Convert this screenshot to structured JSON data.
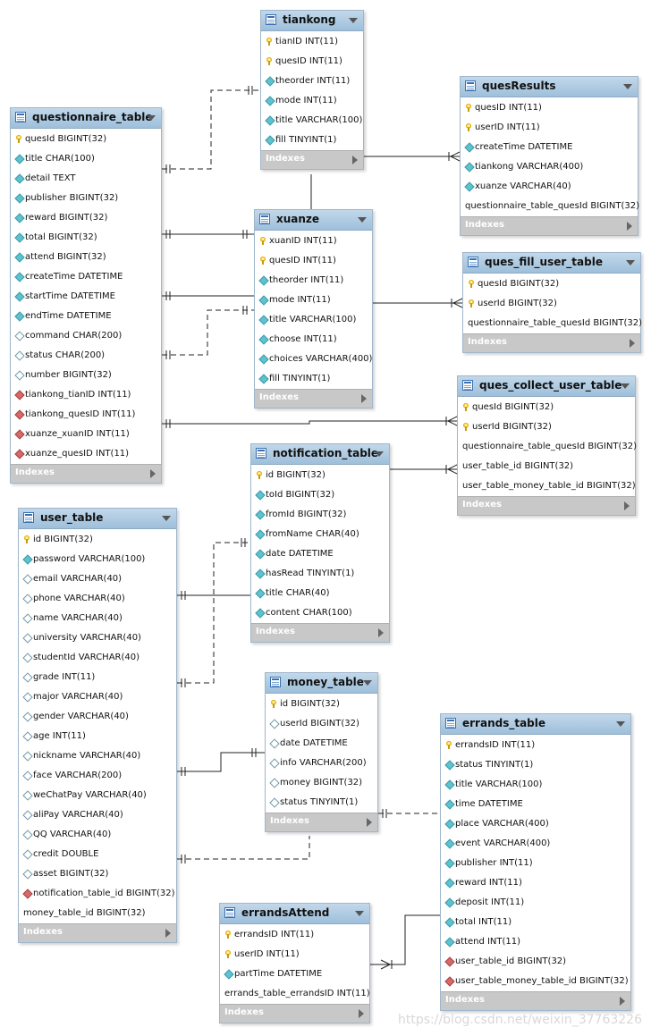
{
  "indexes_label": "Indexes",
  "tables": [
    {
      "id": "tiankong",
      "name": "tiankong",
      "cols": [
        {
          "n": "tianID INT(11)",
          "t": "key"
        },
        {
          "n": "quesID INT(11)",
          "t": "key"
        },
        {
          "n": "theorder INT(11)",
          "t": "col"
        },
        {
          "n": "mode INT(11)",
          "t": "col"
        },
        {
          "n": "title VARCHAR(100)",
          "t": "col"
        },
        {
          "n": "fill TINYINT(1)",
          "t": "col"
        }
      ]
    },
    {
      "id": "quesResults",
      "name": "quesResults",
      "cols": [
        {
          "n": "quesID INT(11)",
          "t": "key"
        },
        {
          "n": "userID INT(11)",
          "t": "key"
        },
        {
          "n": "createTime DATETIME",
          "t": "col"
        },
        {
          "n": "tiankong VARCHAR(400)",
          "t": "col"
        },
        {
          "n": "xuanze VARCHAR(40)",
          "t": "col"
        },
        {
          "n": "questionnaire_table_quesId BIGINT(32)",
          "t": "none"
        }
      ]
    },
    {
      "id": "questionnaire_table",
      "name": "questionnaire_table",
      "cols": [
        {
          "n": "quesId BIGINT(32)",
          "t": "key"
        },
        {
          "n": "title CHAR(100)",
          "t": "col"
        },
        {
          "n": "detail TEXT",
          "t": "col"
        },
        {
          "n": "publisher BIGINT(32)",
          "t": "col"
        },
        {
          "n": "reward BIGINT(32)",
          "t": "col"
        },
        {
          "n": "total BIGINT(32)",
          "t": "col"
        },
        {
          "n": "attend BIGINT(32)",
          "t": "col"
        },
        {
          "n": "createTime DATETIME",
          "t": "col"
        },
        {
          "n": "startTime DATETIME",
          "t": "col"
        },
        {
          "n": "endTime DATETIME",
          "t": "col"
        },
        {
          "n": "command CHAR(200)",
          "t": "nn"
        },
        {
          "n": "status CHAR(200)",
          "t": "nn"
        },
        {
          "n": "number BIGINT(32)",
          "t": "nn"
        },
        {
          "n": "tiankong_tianID INT(11)",
          "t": "fk"
        },
        {
          "n": "tiankong_quesID INT(11)",
          "t": "fk"
        },
        {
          "n": "xuanze_xuanID INT(11)",
          "t": "fk"
        },
        {
          "n": "xuanze_quesID INT(11)",
          "t": "fk"
        }
      ]
    },
    {
      "id": "xuanze",
      "name": "xuanze",
      "cols": [
        {
          "n": "xuanID INT(11)",
          "t": "key"
        },
        {
          "n": "quesID INT(11)",
          "t": "key"
        },
        {
          "n": "theorder INT(11)",
          "t": "col"
        },
        {
          "n": "mode INT(11)",
          "t": "col"
        },
        {
          "n": "title VARCHAR(100)",
          "t": "col"
        },
        {
          "n": "choose INT(11)",
          "t": "col"
        },
        {
          "n": "choices VARCHAR(400)",
          "t": "col"
        },
        {
          "n": "fill TINYINT(1)",
          "t": "col"
        }
      ]
    },
    {
      "id": "ques_fill_user_table",
      "name": "ques_fill_user_table",
      "cols": [
        {
          "n": "quesId BIGINT(32)",
          "t": "key"
        },
        {
          "n": "userId BIGINT(32)",
          "t": "key"
        },
        {
          "n": "questionnaire_table_quesId BIGINT(32)",
          "t": "none"
        }
      ]
    },
    {
      "id": "ques_collect_user_table",
      "name": "ques_collect_user_table",
      "cols": [
        {
          "n": "quesId BIGINT(32)",
          "t": "key"
        },
        {
          "n": "userId BIGINT(32)",
          "t": "key"
        },
        {
          "n": "questionnaire_table_quesId BIGINT(32)",
          "t": "none"
        },
        {
          "n": "user_table_id BIGINT(32)",
          "t": "none"
        },
        {
          "n": "user_table_money_table_id BIGINT(32)",
          "t": "none"
        }
      ]
    },
    {
      "id": "notification_table",
      "name": "notification_table",
      "cols": [
        {
          "n": "id BIGINT(32)",
          "t": "key"
        },
        {
          "n": "toId BIGINT(32)",
          "t": "col"
        },
        {
          "n": "fromId BIGINT(32)",
          "t": "col"
        },
        {
          "n": "fromName CHAR(40)",
          "t": "col"
        },
        {
          "n": "date DATETIME",
          "t": "col"
        },
        {
          "n": "hasRead TINYINT(1)",
          "t": "col"
        },
        {
          "n": "title CHAR(40)",
          "t": "col"
        },
        {
          "n": "content CHAR(100)",
          "t": "col"
        }
      ]
    },
    {
      "id": "user_table",
      "name": "user_table",
      "cols": [
        {
          "n": "id BIGINT(32)",
          "t": "key"
        },
        {
          "n": "password VARCHAR(100)",
          "t": "col"
        },
        {
          "n": "email VARCHAR(40)",
          "t": "nn"
        },
        {
          "n": "phone VARCHAR(40)",
          "t": "nn"
        },
        {
          "n": "name VARCHAR(40)",
          "t": "nn"
        },
        {
          "n": "university VARCHAR(40)",
          "t": "nn"
        },
        {
          "n": "studentId VARCHAR(40)",
          "t": "nn"
        },
        {
          "n": "grade INT(11)",
          "t": "nn"
        },
        {
          "n": "major VARCHAR(40)",
          "t": "nn"
        },
        {
          "n": "gender VARCHAR(40)",
          "t": "nn"
        },
        {
          "n": "age INT(11)",
          "t": "nn"
        },
        {
          "n": "nickname VARCHAR(40)",
          "t": "nn"
        },
        {
          "n": "face VARCHAR(200)",
          "t": "nn"
        },
        {
          "n": "weChatPay VARCHAR(40)",
          "t": "nn"
        },
        {
          "n": "aliPay VARCHAR(40)",
          "t": "nn"
        },
        {
          "n": "QQ VARCHAR(40)",
          "t": "nn"
        },
        {
          "n": "credit DOUBLE",
          "t": "nn"
        },
        {
          "n": "asset BIGINT(32)",
          "t": "nn"
        },
        {
          "n": "notification_table_id BIGINT(32)",
          "t": "fk"
        },
        {
          "n": "money_table_id BIGINT(32)",
          "t": "none"
        }
      ]
    },
    {
      "id": "money_table",
      "name": "money_table",
      "cols": [
        {
          "n": "id BIGINT(32)",
          "t": "key"
        },
        {
          "n": "userId BIGINT(32)",
          "t": "nn"
        },
        {
          "n": "date DATETIME",
          "t": "nn"
        },
        {
          "n": "info VARCHAR(200)",
          "t": "nn"
        },
        {
          "n": "money BIGINT(32)",
          "t": "nn"
        },
        {
          "n": "status TINYINT(1)",
          "t": "nn"
        }
      ]
    },
    {
      "id": "errands_table",
      "name": "errands_table",
      "cols": [
        {
          "n": "errandsID INT(11)",
          "t": "key"
        },
        {
          "n": "status TINYINT(1)",
          "t": "col"
        },
        {
          "n": "title VARCHAR(100)",
          "t": "col"
        },
        {
          "n": "time DATETIME",
          "t": "col"
        },
        {
          "n": "place VARCHAR(400)",
          "t": "col"
        },
        {
          "n": "event VARCHAR(400)",
          "t": "col"
        },
        {
          "n": "publisher INT(11)",
          "t": "col"
        },
        {
          "n": "reward INT(11)",
          "t": "col"
        },
        {
          "n": "deposit INT(11)",
          "t": "col"
        },
        {
          "n": "total INT(11)",
          "t": "col"
        },
        {
          "n": "attend INT(11)",
          "t": "col"
        },
        {
          "n": "user_table_id BIGINT(32)",
          "t": "fk"
        },
        {
          "n": "user_table_money_table_id BIGINT(32)",
          "t": "fk"
        }
      ]
    },
    {
      "id": "errandsAttend",
      "name": "errandsAttend",
      "cols": [
        {
          "n": "errandsID INT(11)",
          "t": "key"
        },
        {
          "n": "userID INT(11)",
          "t": "key"
        },
        {
          "n": "partTime DATETIME",
          "t": "col"
        },
        {
          "n": "errands_table_errandsID INT(11)",
          "t": "none"
        }
      ]
    }
  ],
  "watermark": "https://blog.csdn.net/weixin_37763226"
}
